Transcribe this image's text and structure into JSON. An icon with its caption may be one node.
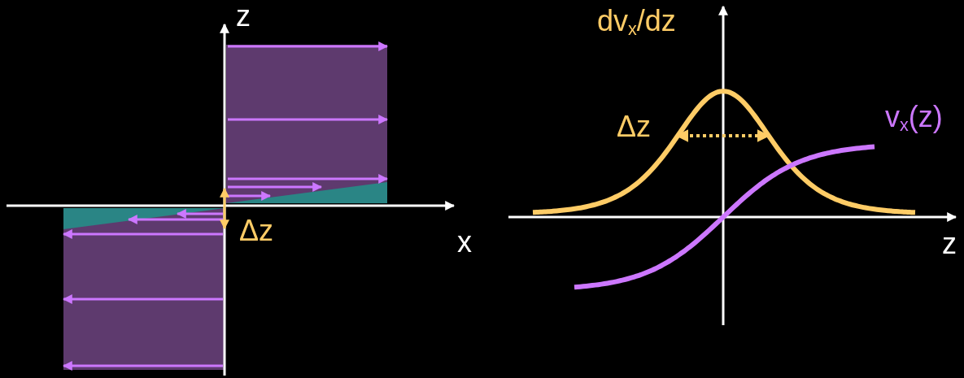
{
  "diagram": {
    "labels": [
      "z",
      "x",
      "Δz",
      "dv$_{x}$/dz",
      "Δz",
      "v$_{x}$(z)",
      "z"
    ]
  }
}
